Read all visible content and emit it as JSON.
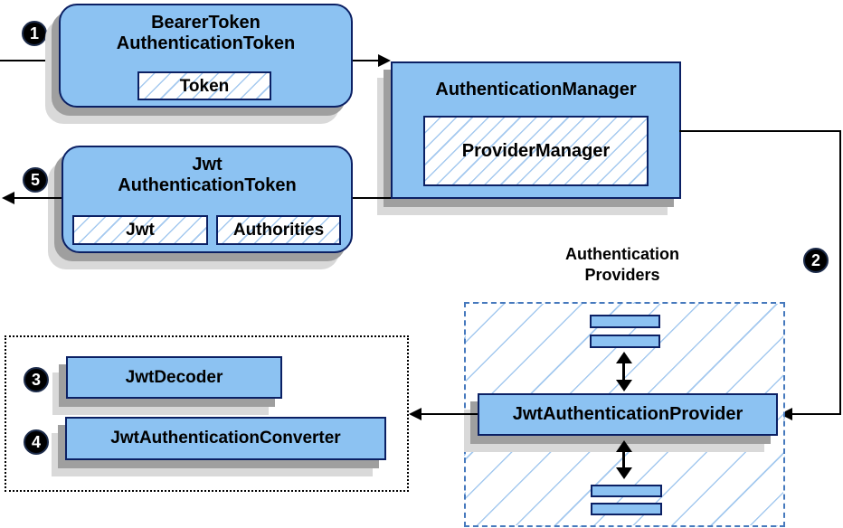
{
  "colors": {
    "box-fill": "#8cc2f2",
    "box-border": "#0b2064",
    "hatch": "#a4c9ef",
    "dash-border": "#4679bd",
    "shadow1": "#9f9f9f",
    "shadow2": "#d9d9d9",
    "line": "#000000",
    "badge-bg": "#000000",
    "badge-text": "#ffffff",
    "text": "#000000"
  },
  "steps": {
    "s1": "1",
    "s2": "2",
    "s3": "3",
    "s4": "4",
    "s5": "5"
  },
  "boxes": {
    "bearer": {
      "title_line1": "BearerToken",
      "title_line2": "AuthenticationToken",
      "token_label": "Token"
    },
    "authentication_manager": {
      "title": "AuthenticationManager",
      "provider_manager_label": "ProviderManager"
    },
    "jwt_authentication_token": {
      "title_line1": "Jwt",
      "title_line2": "AuthenticationToken",
      "jwt_label": "Jwt",
      "authorities_label": "Authorities"
    },
    "authentication_providers": {
      "label_line1": "Authentication",
      "label_line2": "Providers",
      "jwt_authentication_provider_label": "JwtAuthenticationProvider"
    },
    "decoder_group": {
      "jwt_decoder_label": "JwtDecoder",
      "jwt_authentication_converter_label": "JwtAuthenticationConverter"
    }
  }
}
